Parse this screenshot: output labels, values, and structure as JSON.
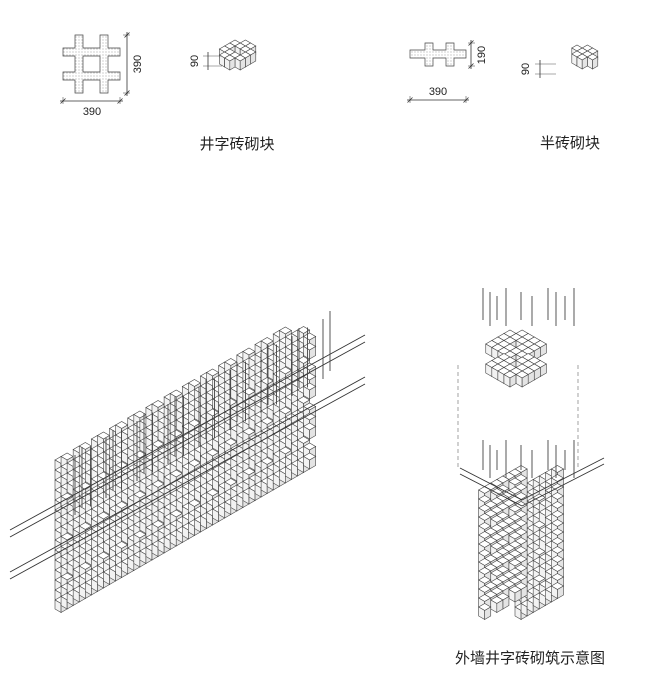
{
  "full_block": {
    "caption": "井字砖砌块",
    "width_label": "390",
    "height_label": "390",
    "thickness_label": "90"
  },
  "half_block": {
    "caption": "半砖砌块",
    "width_label": "390",
    "height_label": "190",
    "thickness_label": "90"
  },
  "wall_diagram": {
    "caption": "外墙井字砖砌筑示意图"
  },
  "colors": {
    "line": "#333333",
    "block_fill": "#f2f2f2",
    "background": "#ffffff"
  }
}
